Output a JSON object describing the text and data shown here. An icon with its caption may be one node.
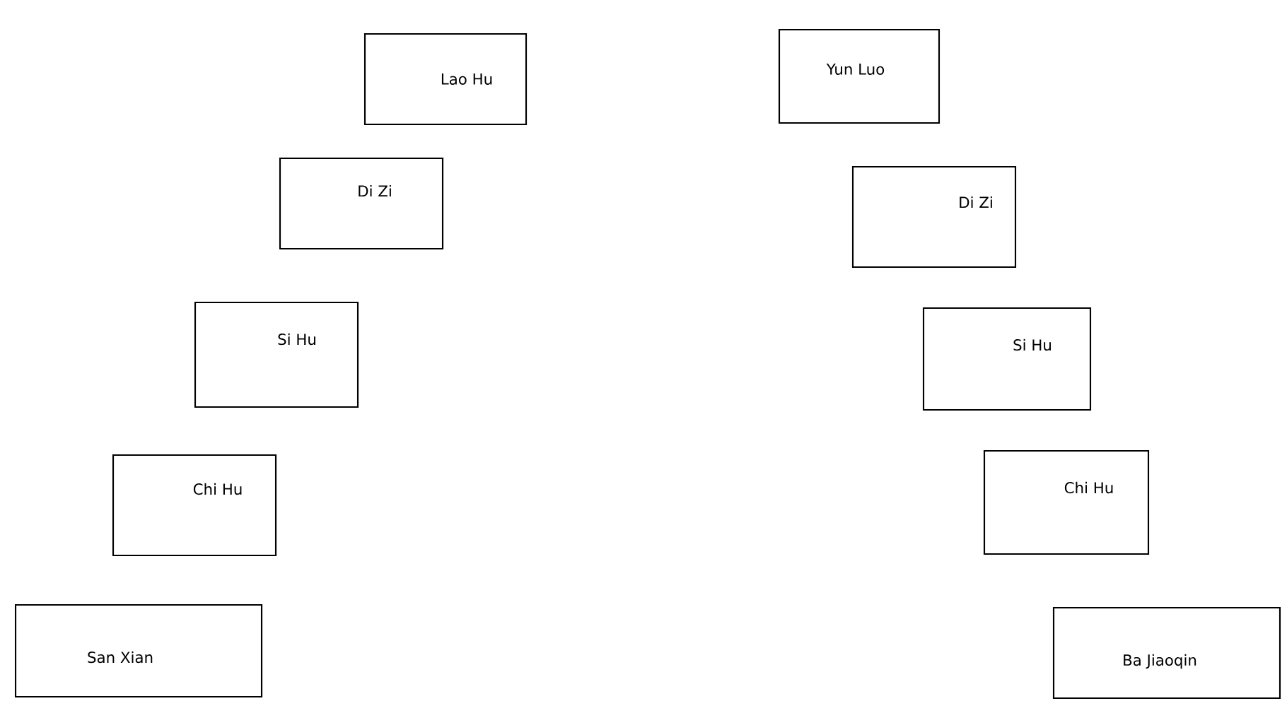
{
  "diagram": {
    "nodes": [
      {
        "text": [
          "Lao Hu"
        ]
      },
      {
        "text": [
          "Yun Luo"
        ]
      },
      {
        "text": [
          "Di Zi"
        ]
      },
      {
        "text": [
          "Di Zi"
        ]
      },
      {
        "text": [
          "Si Hu"
        ]
      },
      {
        "text": [
          "Si Hu"
        ]
      },
      {
        "text": [
          "Chi Hu"
        ]
      },
      {
        "text": [
          "Chi Hu"
        ]
      },
      {
        "text": [
          "San Xian"
        ]
      },
      {
        "text": [
          "Ba Jiaoqin"
        ]
      }
    ]
  }
}
